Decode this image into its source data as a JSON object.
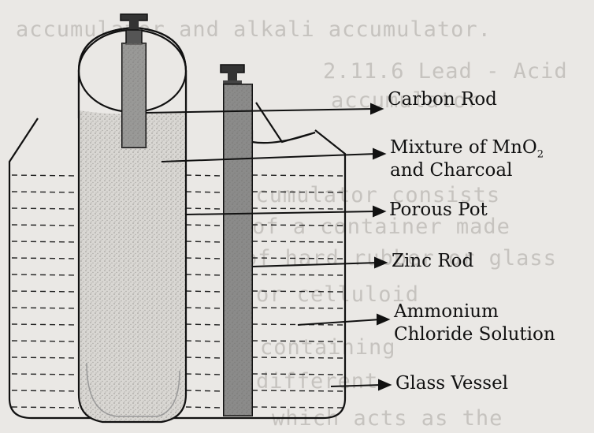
{
  "background_text": [
    "accumulator and alkali accumulator.",
    "2.11.6 Lead - Acid",
    "accumulator",
    "accumulator consists",
    "of a container made",
    "of hard rubber or glass",
    "or celluloid",
    "containing",
    "different",
    "which acts as the"
  ],
  "labels": {
    "carbon_rod": "Carbon Rod",
    "mixture_line1_text": "Mixture of MnO",
    "mixture_line1_sub": "2",
    "mixture_line2": "and Charcoal",
    "porous_pot": "Porous Pot",
    "zinc_rod": "Zinc Rod",
    "ammonium_line1": "Ammonium",
    "ammonium_line2": "Chloride Solution",
    "glass_vessel": "Glass Vessel"
  },
  "colors": {
    "ink": "#111111",
    "paper": "#eae8e5",
    "rod": "#6a6a6a",
    "pot_fill": "#d4d2cf"
  }
}
